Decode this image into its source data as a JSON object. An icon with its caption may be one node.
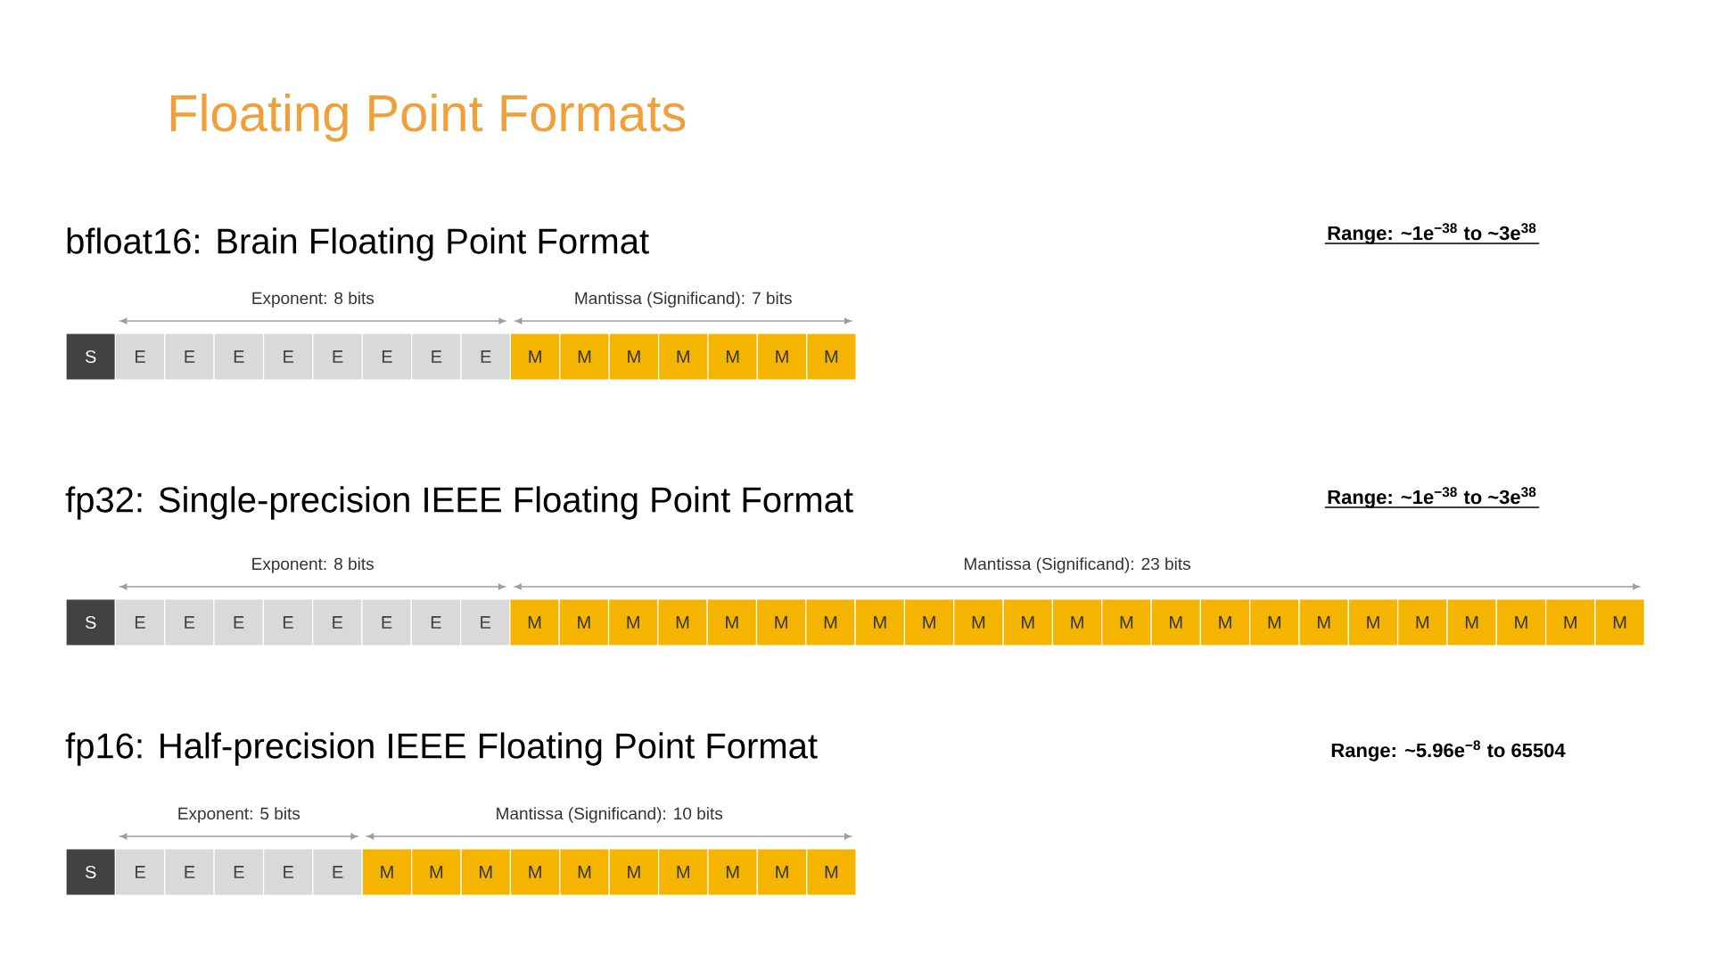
{
  "diagram": {
    "title": "Floating Point Formats",
    "nodes": [
      {
        "text": [
          "S"
        ]
      },
      {
        "text": [
          "E"
        ]
      },
      {
        "text": [
          "E"
        ]
      },
      {
        "text": [
          "E"
        ]
      },
      {
        "text": [
          "E"
        ]
      },
      {
        "text": [
          "E"
        ]
      },
      {
        "text": [
          "E"
        ]
      },
      {
        "text": [
          "E"
        ]
      },
      {
        "text": [
          "E"
        ]
      },
      {
        "text": [
          "M"
        ]
      },
      {
        "text": [
          "M"
        ]
      },
      {
        "text": [
          "M"
        ]
      },
      {
        "text": [
          "M"
        ]
      },
      {
        "text": [
          "M"
        ]
      },
      {
        "text": [
          "M"
        ]
      },
      {
        "text": [
          "M"
        ]
      },
      {
        "text": [
          "S"
        ]
      },
      {
        "text": [
          "E"
        ]
      },
      {
        "text": [
          "E"
        ]
      },
      {
        "text": [
          "E"
        ]
      },
      {
        "text": [
          "E"
        ]
      },
      {
        "text": [
          "E"
        ]
      },
      {
        "text": [
          "E"
        ]
      },
      {
        "text": [
          "E"
        ]
      },
      {
        "text": [
          "E"
        ]
      },
      {
        "text": [
          "M"
        ]
      },
      {
        "text": [
          "M"
        ]
      },
      {
        "text": [
          "M"
        ]
      },
      {
        "text": [
          "M"
        ]
      },
      {
        "text": [
          "M"
        ]
      },
      {
        "text": [
          "M"
        ]
      },
      {
        "text": [
          "M"
        ]
      },
      {
        "text": [
          "M"
        ]
      },
      {
        "text": [
          "M"
        ]
      },
      {
        "text": [
          "M"
        ]
      },
      {
        "text": [
          "M"
        ]
      },
      {
        "text": [
          "M"
        ]
      },
      {
        "text": [
          "M"
        ]
      },
      {
        "text": [
          "M"
        ]
      },
      {
        "text": [
          "M"
        ]
      },
      {
        "text": [
          "M"
        ]
      },
      {
        "text": [
          "M"
        ]
      },
      {
        "text": [
          "M"
        ]
      },
      {
        "text": [
          "M"
        ]
      },
      {
        "text": [
          "M"
        ]
      },
      {
        "text": [
          "M"
        ]
      },
      {
        "text": [
          "M"
        ]
      },
      {
        "text": [
          "M"
        ]
      },
      {
        "text": [
          "S"
        ]
      },
      {
        "text": [
          "E"
        ]
      },
      {
        "text": [
          "E"
        ]
      },
      {
        "text": [
          "E"
        ]
      },
      {
        "text": [
          "E"
        ]
      },
      {
        "text": [
          "E"
        ]
      },
      {
        "text": [
          "M"
        ]
      },
      {
        "text": [
          "M"
        ]
      },
      {
        "text": [
          "M"
        ]
      },
      {
        "text": [
          "M"
        ]
      },
      {
        "text": [
          "M"
        ]
      },
      {
        "text": [
          "M"
        ]
      },
      {
        "text": [
          "M"
        ]
      },
      {
        "text": [
          "M"
        ]
      },
      {
        "text": [
          "M"
        ]
      },
      {
        "text": [
          "M"
        ]
      }
    ],
    "labels": [
      "bfloat16: Brain Floating Point Format",
      "Range: ~1e$^{−38}$ to ~3e$^{38}$",
      "Exponent: 8 bits",
      "Mantissa (Significand):  7 bits",
      "fp32: Single-precision IEEE Floating Point Format",
      "Range: ~1e$^{−38}$ to ~3e$^{38}$",
      "Exponent: 8 bits",
      "Mantissa (Significand):  23 bits",
      "fp16: Half-precision IEEE Floating Point Format",
      "Range: ~5.96e$^{−8}$ to 65504",
      "Exponent: 5 bits",
      "Mantissa (Significand):  10 bits"
    ]
  }
}
